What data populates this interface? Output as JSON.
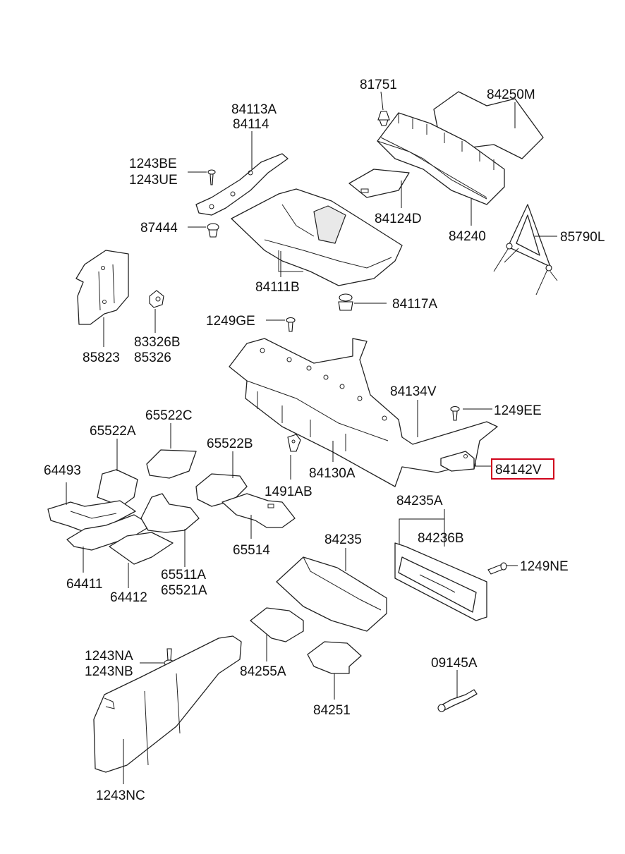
{
  "highlight_color": "#d0021b",
  "highlighted_part": "84142V",
  "labels": {
    "p81751": "81751",
    "p84250M": "84250M",
    "p84113A": "84113A",
    "p84114": "84114",
    "p1243BE": "1243BE",
    "p1243UE": "1243UE",
    "p87444": "87444",
    "p84124D": "84124D",
    "p84240": "84240",
    "p85790L": "85790L",
    "p84111B": "84111B",
    "p84117A": "84117A",
    "p1249GE": "1249GE",
    "p83326B": "83326B",
    "p85326": "85326",
    "p85823": "85823",
    "p84134V": "84134V",
    "p1249EE": "1249EE",
    "p65522C": "65522C",
    "p65522A": "65522A",
    "p65522B": "65522B",
    "p84130A": "84130A",
    "p84142V": "84142V",
    "p64493": "64493",
    "p1491AB": "1491AB",
    "p84235A": "84235A",
    "p84236B": "84236B",
    "p65514": "65514",
    "p84235": "84235",
    "p1249NE": "1249NE",
    "p65511A": "65511A",
    "p65521A": "65521A",
    "p64411": "64411",
    "p64412": "64412",
    "p1243NA": "1243NA",
    "p1243NB": "1243NB",
    "p84255A": "84255A",
    "p09145A": "09145A",
    "p84251": "84251",
    "p1243NC": "1243NC"
  }
}
